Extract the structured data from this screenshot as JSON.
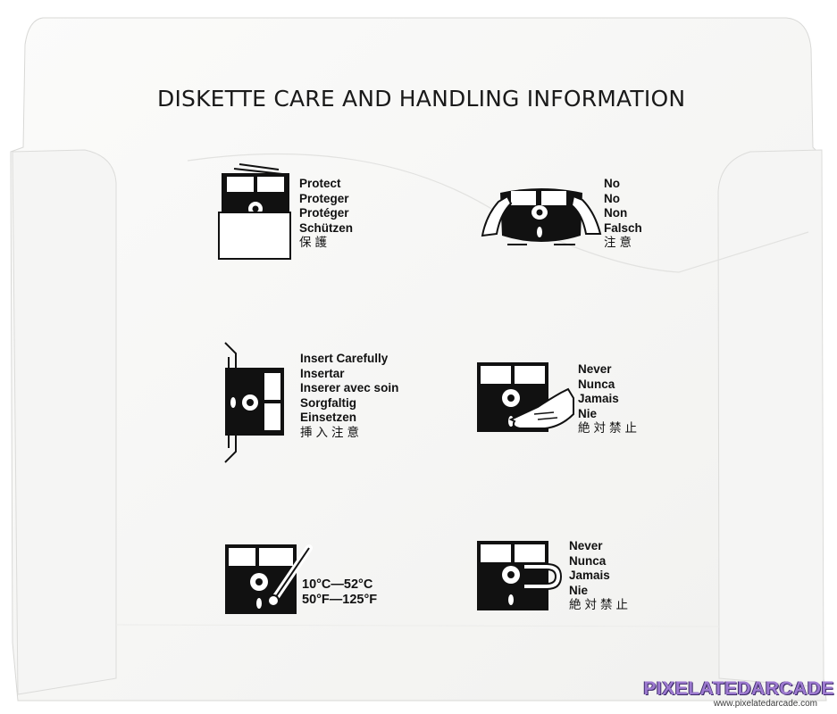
{
  "title": "DISKETTE CARE AND HANDLING INFORMATION",
  "sections": {
    "protect": {
      "lines": [
        "Protect",
        "Proteger",
        "Protéger",
        "Schützen"
      ],
      "cjk": "保護",
      "icon": "diskette-in-sleeve-icon"
    },
    "no_bend": {
      "lines": [
        "No",
        "No",
        "Non",
        "Falsch"
      ],
      "cjk": "注意",
      "icon": "hands-bending-diskette-icon"
    },
    "insert": {
      "lines": [
        "Insert Carefully",
        "Insertar",
        "Inserer avec soin",
        "Sorgfaltig",
        "Einsetzen"
      ],
      "cjk": "挿入注意",
      "icon": "diskette-insert-drive-icon"
    },
    "never_touch": {
      "lines": [
        "Never",
        "Nunca",
        "Jamais",
        "Nie"
      ],
      "cjk": "絶対禁止",
      "icon": "finger-touching-diskette-icon"
    },
    "temperature": {
      "celsius": "10°C—52°C",
      "fahrenheit": "50°F—125°F",
      "icon": "diskette-thermometer-icon"
    },
    "never_magnet": {
      "lines": [
        "Never",
        "Nunca",
        "Jamais",
        "Nie"
      ],
      "cjk": "絶対禁止",
      "icon": "magnet-diskette-icon"
    }
  },
  "watermark": {
    "brand": "PIXELATEDARCADE",
    "url": "www.pixelatedarcade.com"
  },
  "colors": {
    "paper": "#f7f7f6",
    "ink": "#1a1a1a",
    "watermark": "#9d7ad0"
  }
}
